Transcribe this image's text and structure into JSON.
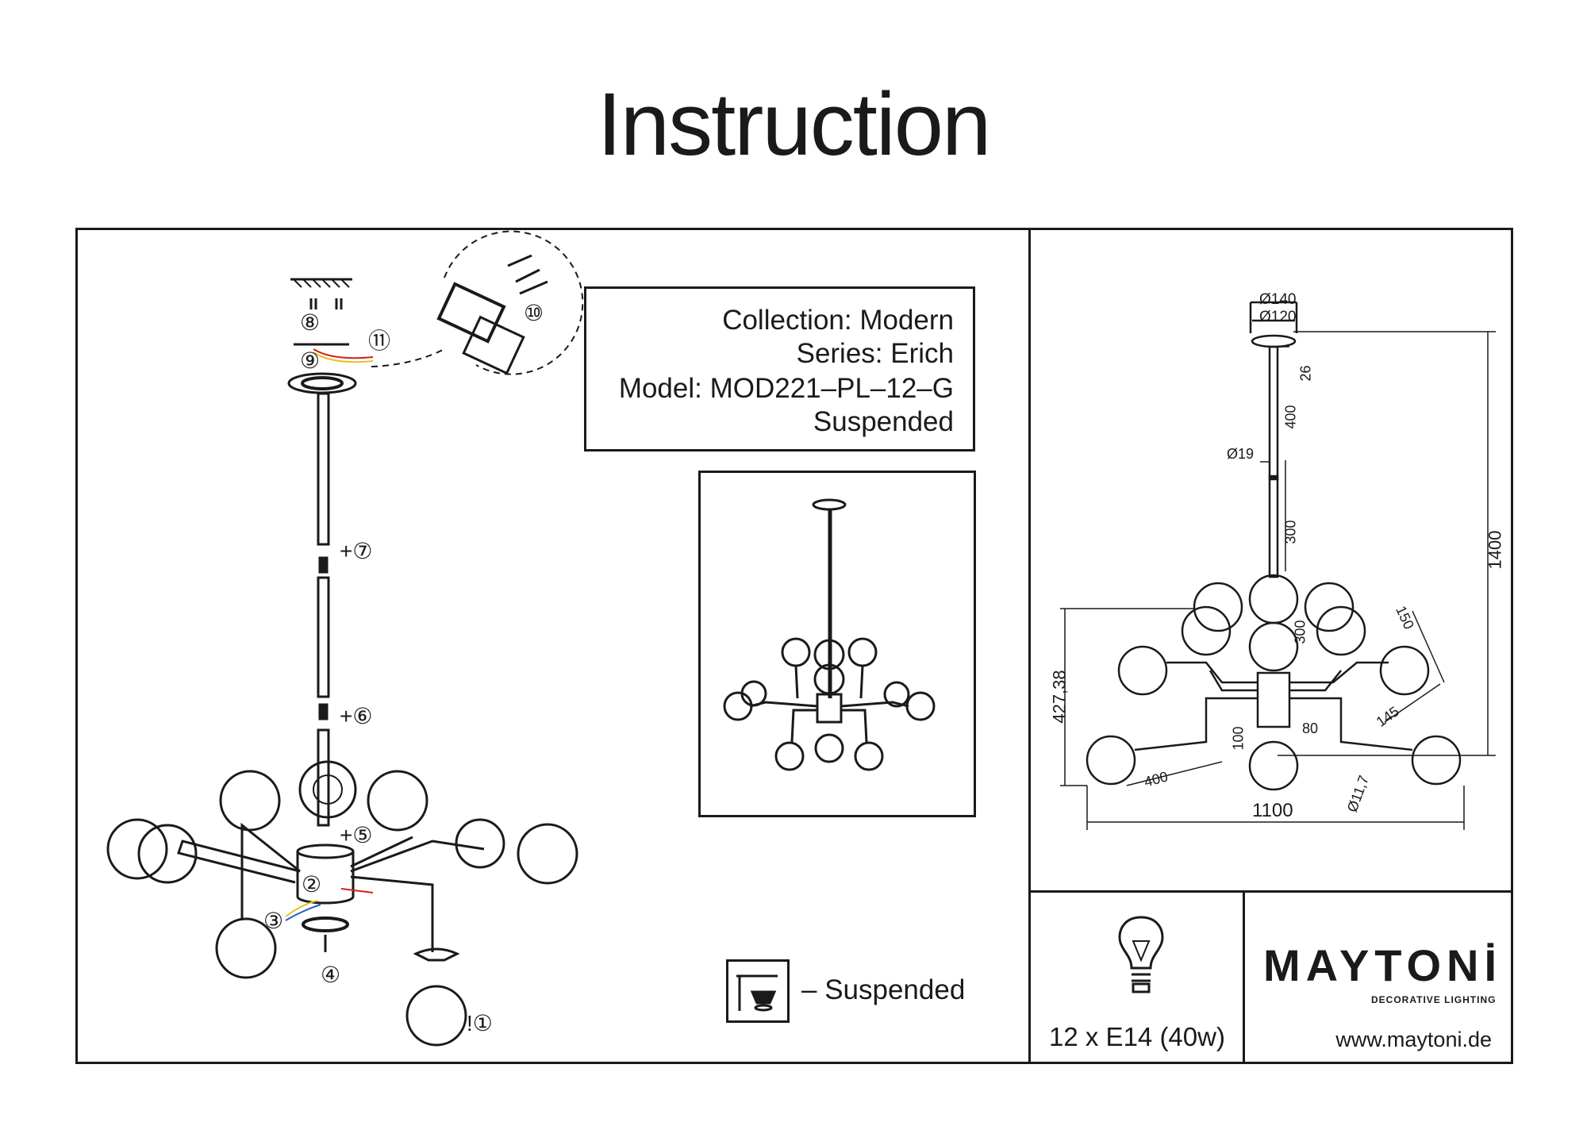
{
  "title": "Instruction",
  "info": {
    "collection": "Collection: Modern",
    "series": "Series: Erich",
    "model": "Model: MOD221–PL–12–G",
    "type": "Suspended"
  },
  "legend": {
    "suspended_label": "– Suspended"
  },
  "steps": [
    "1",
    "2",
    "3",
    "4",
    "5",
    "6",
    "7",
    "8",
    "9",
    "10",
    "11"
  ],
  "step_markers": {
    "1": "!①",
    "2": "②",
    "3": "③",
    "4": "④",
    "5": "+⑤",
    "6": "+⑥",
    "7": "+⑦",
    "8": "⑧",
    "9": "⑨",
    "10": "⑩",
    "11": "⑪"
  },
  "dimensions": {
    "d140": "Ø140",
    "d120": "Ø120",
    "h26": "26",
    "rod400": "400",
    "d19": "Ø19",
    "rod300a": "300",
    "total1400": "1400",
    "rod300b": "300",
    "arm150": "150",
    "h427": "427,38",
    "arm145": "145",
    "h100": "100",
    "w80": "80",
    "arm400": "400",
    "d11": "Ø11,7",
    "width1100": "1100"
  },
  "lamp": {
    "spec": "12 x E14 (40w)",
    "icon": "bulb-icon"
  },
  "brand": {
    "name": "MAYTONİ",
    "tagline": "DECORATIVE LIGHTING",
    "website": "www.maytoni.de"
  },
  "colors": {
    "line": "#1a1a1a",
    "wire_red": "#d32020",
    "wire_yellow": "#e8c020",
    "wire_blue": "#2060c0"
  }
}
